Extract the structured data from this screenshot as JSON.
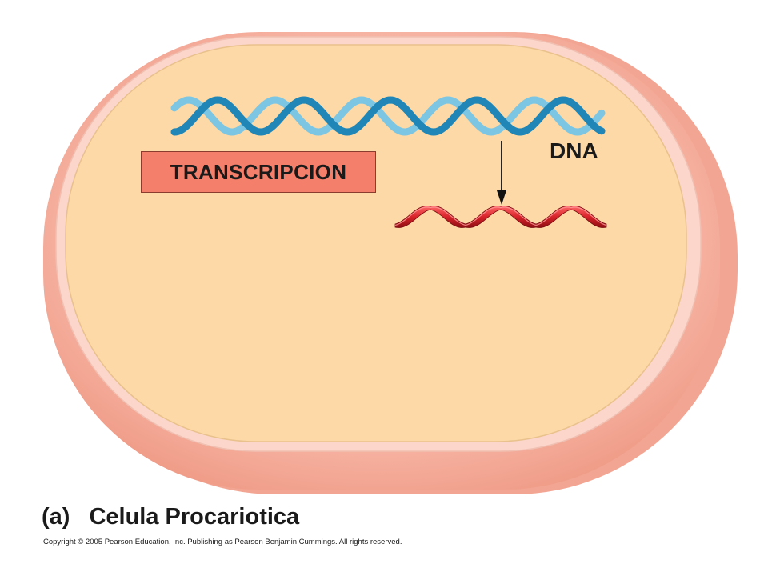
{
  "diagram": {
    "process_label": "TRANSCRIPCION",
    "dna_label": "DNA",
    "panel_letter": "(a)",
    "caption": "Celula Procariotica",
    "copyright": "Copyright © 2005 Pearson Education, Inc. Publishing as Pearson Benjamin Cummings. All rights reserved."
  },
  "colors": {
    "cell_wall": "#f6b3a3",
    "cell_wall_outer": "#f5a796",
    "membrane": "#fbd3c6",
    "cytoplasm": "#fcd9a6",
    "dna_strand_dark": "#1f86b7",
    "dna_strand_light": "#7cc6e4",
    "rna_strand": "#d8232a",
    "label_box": "#f47f6a"
  }
}
